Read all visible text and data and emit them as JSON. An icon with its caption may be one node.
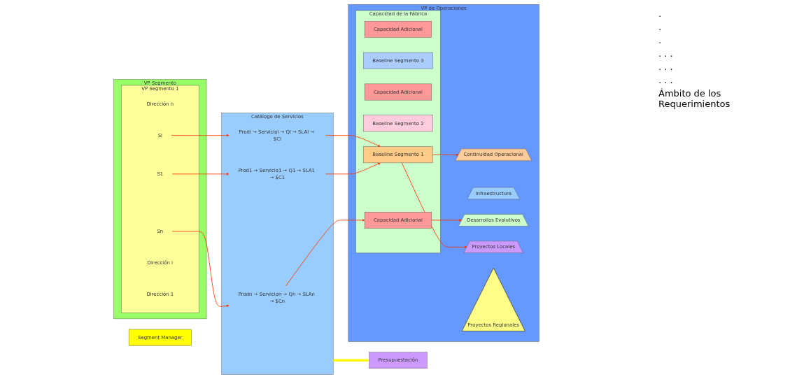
{
  "diagram": {
    "nodes": [
      {
        "text": [
          "VP Segmento"
        ]
      },
      {
        "text": [
          "VP Segmento 1"
        ],
        "in": 0
      },
      {
        "text": [
          "Dirección 1"
        ],
        "in": 1
      },
      {
        "text": [
          "Dirección i"
        ],
        "in": 1
      },
      {
        "text": [
          "S1"
        ],
        "in": 1
      },
      {
        "text": [
          "Si"
        ],
        "in": 1
      },
      {
        "text": [
          "Sn"
        ],
        "in": 1
      },
      {
        "text": [
          "Dirección n"
        ],
        "in": 1
      },
      {
        "text": [
          "Segment Manager"
        ]
      },
      {
        "text": [
          "Catálogo de Servicios"
        ]
      },
      {
        "text": [
          "Prod1 → Servicio1 → Q1 → SLA1 → $C1"
        ],
        "in": 9
      },
      {
        "text": [
          "Prodi → Servicioi → Qi → SLAi → $Ci"
        ],
        "in": 9
      },
      {
        "text": [
          "Prodn → Servicion → Qn → SLAn → $Cn"
        ],
        "in": 9
      },
      {
        "text": [
          "Presupuestación"
        ]
      },
      {
        "text": [
          "VP de Operaciones"
        ]
      },
      {
        "text": [
          "Capacidad de la Fábrica"
        ],
        "in": 14
      },
      {
        "text": [
          "Baseline Segmento 1"
        ],
        "in": 15
      },
      {
        "text": [
          "Capacidad Adicional"
        ],
        "in": 15
      },
      {
        "text": [
          "Baseline Segmento 2"
        ],
        "in": 15
      },
      {
        "text": [
          "Capacidad Adicional"
        ],
        "in": 15
      },
      {
        "text": [
          "Baseline Segmento 3"
        ],
        "in": 15
      },
      {
        "text": [
          "Capacidad Adicional"
        ],
        "in": 15
      },
      {
        "text": [
          "Proyectos Regionales"
        ],
        "in": 14
      },
      {
        "text": [
          "Proyectos Locales"
        ],
        "in": 14
      },
      {
        "text": [
          "Desarrollos Evolutivos"
        ],
        "in": 14
      },
      {
        "text": [
          "Infraestructura"
        ],
        "in": 14
      },
      {
        "text": [
          "Continuidad Operacional"
        ],
        "in": 14
      }
    ],
    "edges": [
      {
        "from": 4,
        "to": 10,
        "arrow": "to"
      },
      {
        "from": 5,
        "to": 11,
        "arrow": "to"
      },
      {
        "from": 6,
        "to": 12,
        "arrow": "to"
      },
      {
        "from": 9,
        "to": 13,
        "arrow": "to",
        "style": "thick",
        "color": "#ffff00"
      },
      {
        "from": 10,
        "to": 16,
        "arrow": "to"
      },
      {
        "from": 11,
        "to": 16,
        "arrow": "to"
      },
      {
        "from": 12,
        "to": 17,
        "arrow": "to"
      },
      {
        "from": 16,
        "to": 23,
        "arrow": "to"
      },
      {
        "from": 17,
        "to": 24,
        "arrow": "to"
      },
      {
        "from": 16,
        "to": 26,
        "arrow": "to"
      }
    ],
    "labels": [
      ".",
      ".",
      ".",
      ". . .",
      ". . .",
      ". . .",
      "Ámbito de los Requerimientos"
    ]
  }
}
